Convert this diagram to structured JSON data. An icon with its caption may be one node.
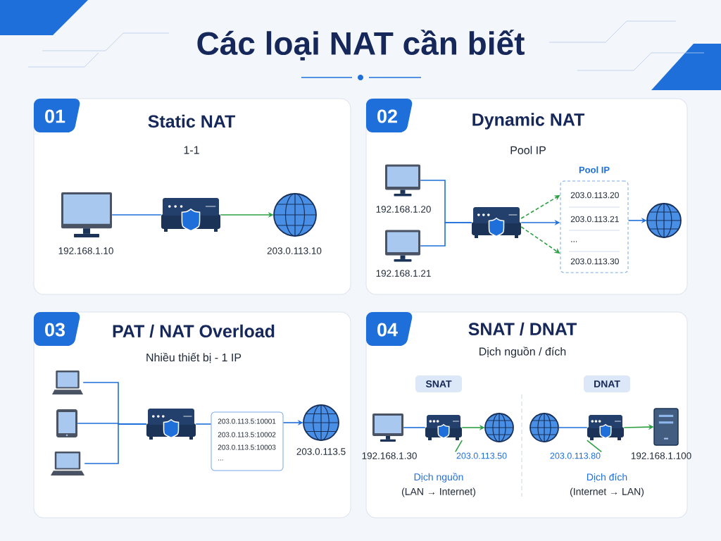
{
  "diagram": {
    "title": "Các loại NAT cần biết",
    "nodes": [
      {
        "text": [
          "01",
          "Static NAT",
          "1-1"
        ]
      },
      {
        "text": [],
        "shape": "computer",
        "in": 0,
        "beside": [
          "192.168.1.10"
        ]
      },
      {
        "text": [],
        "shape": "router",
        "in": 0
      },
      {
        "text": [],
        "shape": "globe",
        "in": 0,
        "beside": [
          "203.0.113.10"
        ]
      },
      {
        "text": [
          "02",
          "Dynamic NAT",
          "Pool IP"
        ]
      },
      {
        "text": [],
        "shape": "computer",
        "in": 4,
        "beside": [
          "192.168.1.20"
        ]
      },
      {
        "text": [],
        "shape": "computer",
        "in": 4,
        "beside": [
          "192.168.1.21"
        ]
      },
      {
        "text": [],
        "shape": "router",
        "in": 4
      },
      {
        "text": [
          "Pool IP",
          "203.0.113.20",
          "203.0.113.21",
          "...",
          "203.0.113.30"
        ],
        "in": 4
      },
      {
        "text": [],
        "shape": "globe",
        "in": 4
      },
      {
        "text": [
          "03",
          "PAT / NAT Overload",
          "Nhiều thiết bị - 1 IP"
        ]
      },
      {
        "text": [],
        "shape": "laptop",
        "in": 10
      },
      {
        "text": [],
        "shape": "tablet",
        "in": 10
      },
      {
        "text": [],
        "shape": "laptop",
        "in": 10
      },
      {
        "text": [],
        "shape": "router",
        "in": 10
      },
      {
        "text": [
          "203.0.113.5:10001",
          "203.0.113.5:10002",
          "203.0.113.5:10003",
          "..."
        ],
        "in": 10
      },
      {
        "text": [],
        "shape": "globe",
        "in": 10,
        "beside": [
          "203.0.113.5"
        ]
      },
      {
        "text": [
          "04",
          "SNAT / DNAT",
          "Dịch nguồn / đích"
        ]
      },
      {
        "text": [
          "SNAT"
        ],
        "in": 17
      },
      {
        "text": [
          "DNAT"
        ],
        "in": 17
      },
      {
        "text": [],
        "shape": "computer",
        "in": 17,
        "beside": [
          "192.168.1.30"
        ]
      },
      {
        "text": [],
        "shape": "router",
        "in": 17
      },
      {
        "text": [],
        "shape": "globe",
        "in": 17
      },
      {
        "text": [
          "203.0.113.50"
        ],
        "in": 17
      },
      {
        "text": [],
        "shape": "globe",
        "in": 17
      },
      {
        "text": [],
        "shape": "router",
        "in": 17
      },
      {
        "text": [],
        "shape": "server",
        "in": 17,
        "beside": [
          "192.168.1.100"
        ]
      },
      {
        "text": [
          "203.0.113.80"
        ],
        "in": 17
      }
    ],
    "edges": [
      {
        "from": 1,
        "to": 2,
        "arrow": "none"
      },
      {
        "from": 2,
        "to": 3,
        "arrow": "to",
        "color": "#2ea043"
      },
      {
        "from": 5,
        "to": 7,
        "arrow": "none"
      },
      {
        "from": 6,
        "to": 7,
        "arrow": "none"
      },
      {
        "from": 7,
        "to": 8,
        "arrow": "to",
        "style": "dashed",
        "color": "#2ea043"
      },
      {
        "from": 7,
        "to": 8,
        "arrow": "to"
      },
      {
        "from": 7,
        "to": 8,
        "arrow": "to",
        "style": "dashed",
        "color": "#2ea043"
      },
      {
        "from": 8,
        "to": 9,
        "arrow": "to"
      },
      {
        "from": 11,
        "to": 14,
        "arrow": "none"
      },
      {
        "from": 12,
        "to": 14,
        "arrow": "none"
      },
      {
        "from": 13,
        "to": 14,
        "arrow": "none"
      },
      {
        "from": 14,
        "to": 15,
        "arrow": "none"
      },
      {
        "from": 15,
        "to": 16,
        "arrow": "to"
      },
      {
        "from": 20,
        "to": 21,
        "arrow": "none"
      },
      {
        "from": 21,
        "to": 22,
        "arrow": "to",
        "color": "#2ea043"
      },
      {
        "from": 23,
        "to": 21,
        "arrow": "none",
        "color": "#2ea043"
      },
      {
        "from": 24,
        "to": 25,
        "arrow": "none"
      },
      {
        "from": 25,
        "to": 26,
        "arrow": "to",
        "color": "#2ea043"
      },
      {
        "from": 27,
        "to": 25,
        "arrow": "none",
        "color": "#2ea043"
      }
    ],
    "labels": [
      "Dịch nguồn",
      "(LAN → Internet)",
      "Dịch đích",
      "(Internet → LAN)"
    ]
  }
}
